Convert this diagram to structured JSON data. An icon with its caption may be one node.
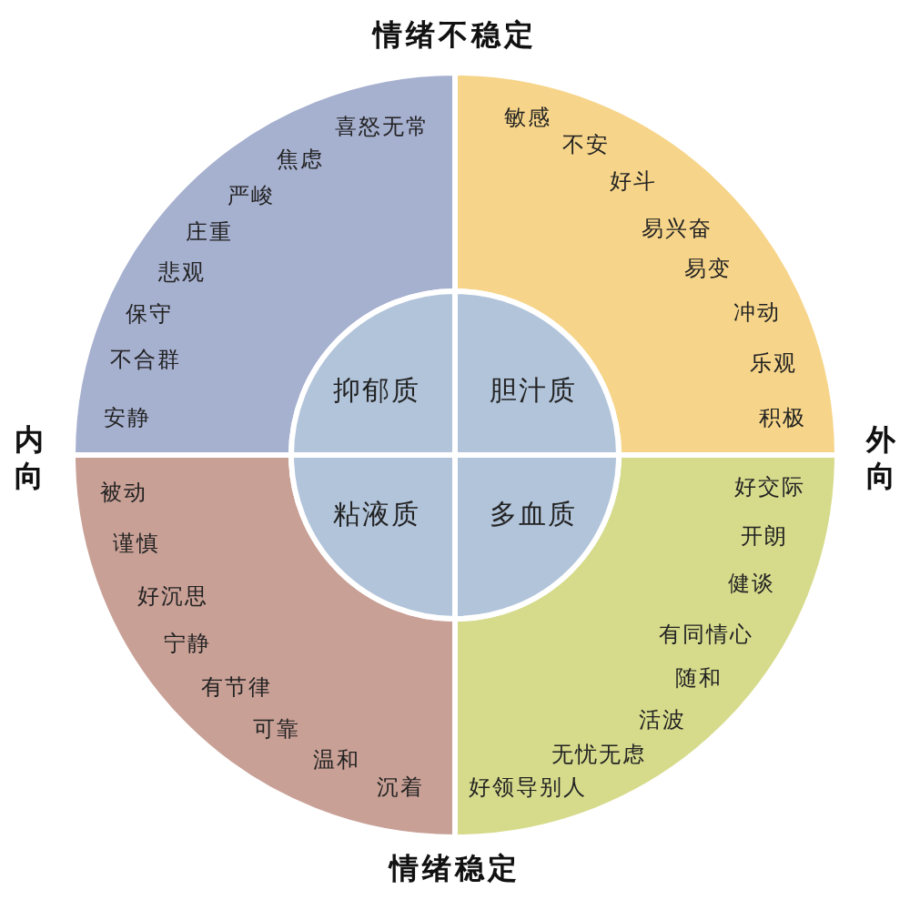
{
  "diagram": {
    "nodes": [
      {
        "text": [
          "喜怒无常",
          "焦虑",
          "严峻",
          "庄重",
          "悲观",
          "保守",
          "不合群",
          "安静"
        ]
      },
      {
        "text": [
          "敏感",
          "不安",
          "好斗",
          "易兴奋",
          "易变",
          "冲动",
          "乐观",
          "积极"
        ]
      },
      {
        "text": [
          "被动",
          "谨慎",
          "好沉思",
          "宁静",
          "有节律",
          "可靠",
          "温和",
          "沉着"
        ]
      },
      {
        "text": [
          "好交际",
          "开朗",
          "健谈",
          "有同情心",
          "随和",
          "活波",
          "无忧无虑",
          "好领导别人"
        ]
      },
      {
        "text": [
          "抑郁质"
        ]
      },
      {
        "text": [
          "胆汁质"
        ]
      },
      {
        "text": [
          "粘液质"
        ]
      },
      {
        "text": [
          "多血质"
        ]
      }
    ],
    "labels": [
      "情绪不稳定",
      "内向",
      "外向",
      "情绪稳定"
    ]
  }
}
